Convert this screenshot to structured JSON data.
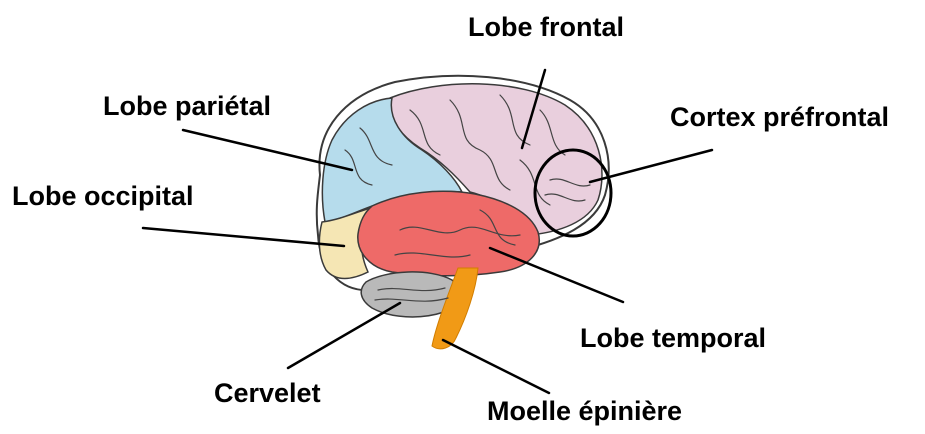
{
  "labels": {
    "frontal": "Lobe frontal",
    "parietal": "Lobe pariétal",
    "prefrontal": "Cortex préfrontal",
    "occipital": "Lobe occipital",
    "temporal": "Lobe temporal",
    "cervelet": "Cervelet",
    "moelle": "Moelle épinière"
  },
  "colors": {
    "frontal": "#e9cfdd",
    "parietal": "#b6dcec",
    "occipital": "#f5e6b4",
    "temporal": "#ee6a68",
    "cervelet": "#b9b9b9",
    "moelle": "#f19a16",
    "outline": "#3a3a3a"
  }
}
